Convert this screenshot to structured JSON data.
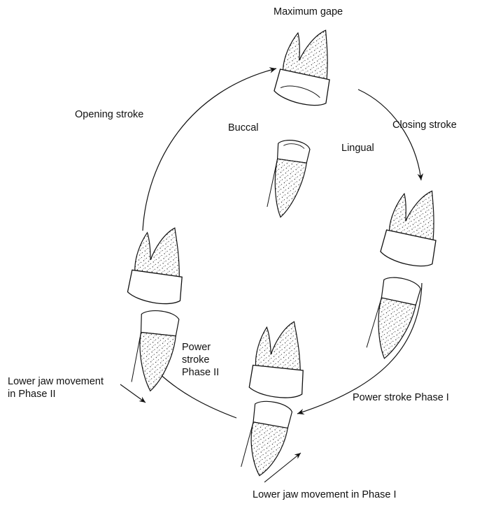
{
  "labels": {
    "maximum_gape": "Maximum gape",
    "opening_stroke": "Opening stroke",
    "closing_stroke": "Closing stroke",
    "buccal": "Buccal",
    "lingual": "Lingual",
    "power_stroke_phase_ii": "Power\nstroke\nPhase II",
    "power_stroke_phase_i": "Power stroke Phase I",
    "lower_jaw_phase_ii": "Lower jaw movement\nin Phase II",
    "lower_jaw_phase_i": "Lower jaw movement in Phase I"
  },
  "colors": {
    "ink": "#111111",
    "paper": "#ffffff"
  }
}
